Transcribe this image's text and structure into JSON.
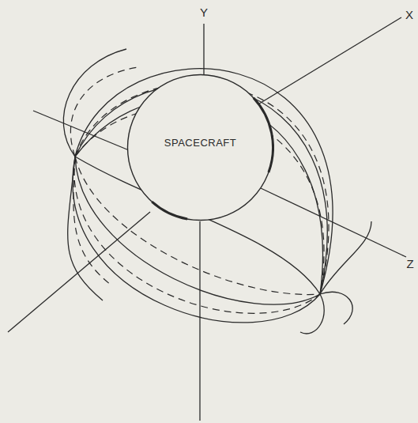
{
  "diagram": {
    "nodes": [
      {
        "text": [
          "SPACECRAFT"
        ]
      }
    ],
    "labels": [
      "Y",
      "X",
      "Z"
    ]
  }
}
